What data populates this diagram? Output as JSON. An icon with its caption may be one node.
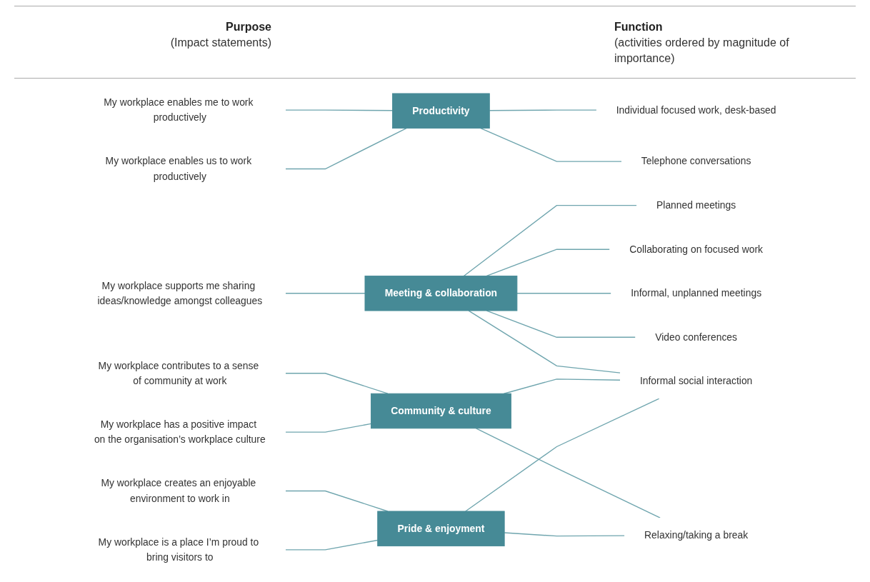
{
  "diagram": {
    "nodes": [
      {
        "text": [
          "My workplace enables me to work productively"
        ]
      },
      {
        "text": [
          "My workplace enables us to work productively"
        ]
      },
      {
        "text": [
          "My workplace supports me sharing ideas/knowledge amongst colleagues"
        ]
      },
      {
        "text": [
          "My workplace contributes to a sense of community at work"
        ]
      },
      {
        "text": [
          "My workplace has a positive impact on the organisation’s workplace culture"
        ]
      },
      {
        "text": [
          "My workplace creates an enjoyable environment to work in"
        ]
      },
      {
        "text": [
          "My workplace is a place I’m proud to bring visitors to"
        ]
      },
      {
        "text": [
          "Productivity"
        ]
      },
      {
        "text": [
          "Meeting & collaboration"
        ]
      },
      {
        "text": [
          "Community & culture"
        ]
      },
      {
        "text": [
          "Pride & enjoyment"
        ]
      },
      {
        "text": [
          "Individual focused work, desk-based"
        ]
      },
      {
        "text": [
          "Planned meetings"
        ]
      },
      {
        "text": [
          "Telephone conversations"
        ]
      },
      {
        "text": [
          "Collaborating on focused work"
        ]
      },
      {
        "text": [
          "Informal, unplanned meetings"
        ]
      },
      {
        "text": [
          "Relaxing/taking a break"
        ]
      },
      {
        "text": [
          "Video conferences"
        ]
      },
      {
        "text": [
          "Informal social interaction"
        ]
      }
    ],
    "edges": [
      {
        "from": 0,
        "to": 7,
        "arrow": "none"
      },
      {
        "from": 1,
        "to": 7,
        "arrow": "none"
      },
      {
        "from": 2,
        "to": 8,
        "arrow": "none"
      },
      {
        "from": 3,
        "to": 9,
        "arrow": "none"
      },
      {
        "from": 4,
        "to": 9,
        "arrow": "none"
      },
      {
        "from": 5,
        "to": 10,
        "arrow": "none"
      },
      {
        "from": 6,
        "to": 10,
        "arrow": "none"
      },
      {
        "from": 7,
        "to": 11,
        "arrow": "none"
      },
      {
        "from": 7,
        "to": 13,
        "arrow": "none"
      },
      {
        "from": 8,
        "to": 12,
        "arrow": "none"
      },
      {
        "from": 8,
        "to": 14,
        "arrow": "none"
      },
      {
        "from": 8,
        "to": 15,
        "arrow": "none"
      },
      {
        "from": 8,
        "to": 17,
        "arrow": "none"
      },
      {
        "from": 8,
        "to": 18,
        "arrow": "none"
      },
      {
        "from": 9,
        "to": 16,
        "arrow": "none"
      },
      {
        "from": 9,
        "to": 18,
        "arrow": "none"
      },
      {
        "from": 10,
        "to": 16,
        "arrow": "none"
      },
      {
        "from": 10,
        "to": 18,
        "arrow": "none"
      }
    ],
    "labels": [
      "Purpose",
      "(Impact statements)",
      "Function",
      "(activities ordered by magnitude of importance)"
    ]
  }
}
